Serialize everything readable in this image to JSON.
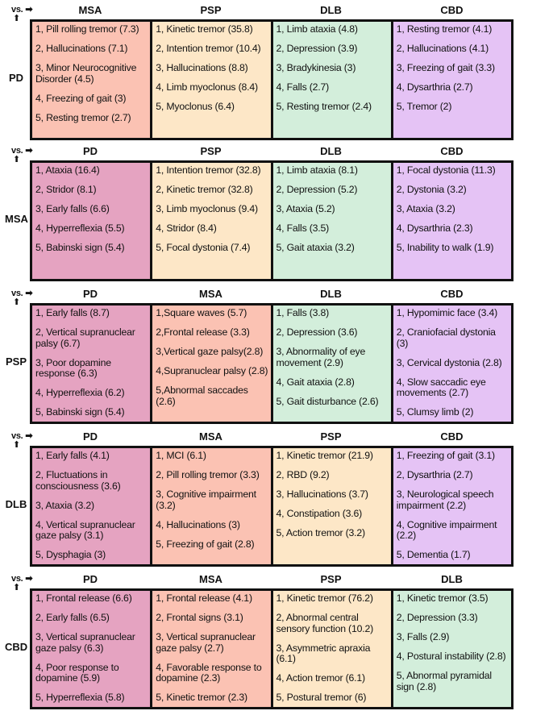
{
  "vs_label": "vs.",
  "colors": {
    "PD": "#e5a3c1",
    "MSA": "#fbc2b3",
    "PSP": "#fde7c7",
    "DLB": "#d3eedb",
    "CBD": "#e5c3f5"
  },
  "blocks": [
    {
      "row": "PD",
      "columns": [
        {
          "name": "MSA",
          "items": [
            "1, Pill rolling tremor (7.3)",
            "2, Hallucinations (7.1)",
            "3, Minor Neurocognitive Disorder (4.5)",
            "4, Freezing of gait (3)",
            "5, Resting tremor (2.7)"
          ]
        },
        {
          "name": "PSP",
          "items": [
            "1, Kinetic tremor (35.8)",
            "2, Intention tremor (10.4)",
            "3, Hallucinations (8.8)",
            "4, Limb myoclonus (8.4)",
            "5, Myoclonus (6.4)"
          ]
        },
        {
          "name": "DLB",
          "items": [
            "1, Limb ataxia (4.8)",
            "2, Depression (3.9)",
            "3, Bradykinesia (3)",
            "4, Falls (2.7)",
            "5, Resting tremor (2.4)"
          ]
        },
        {
          "name": "CBD",
          "items": [
            "1, Resting tremor (4.1)",
            "2, Hallucinations (4.1)",
            "3, Freezing of gait (3.3)",
            "4, Dysarthria (2.7)",
            "5, Tremor (2)"
          ]
        }
      ]
    },
    {
      "row": "MSA",
      "columns": [
        {
          "name": "PD",
          "items": [
            "1, Ataxia (16.4)",
            "2, Stridor (8.1)",
            "3, Early falls (6.6)",
            "4, Hyperreflexia (5.5)",
            "5, Babinski sign (5.4)"
          ]
        },
        {
          "name": "PSP",
          "items": [
            "1, Intention tremor (32.8)",
            "2, Kinetic tremor (32.8)",
            "3, Limb myoclonus (9.4)",
            "4, Stridor (8.4)",
            "5, Focal dystonia (7.4)"
          ]
        },
        {
          "name": "DLB",
          "items": [
            "1, Limb ataxia (8.1)",
            "2, Depression (5.2)",
            "3, Ataxia (5.2)",
            "4, Falls (3.5)",
            "5, Gait ataxia (3.2)"
          ]
        },
        {
          "name": "CBD",
          "items": [
            "1, Focal dystonia (11.3)",
            "2, Dystonia (3.2)",
            "3, Ataxia (3.2)",
            "4, Dysarthria (2.3)",
            "5, Inability to walk (1.9)"
          ]
        }
      ]
    },
    {
      "row": "PSP",
      "columns": [
        {
          "name": "PD",
          "items": [
            "1, Early falls (8.7)",
            "2, Vertical supranuclear palsy (6.7)",
            "3, Poor dopamine response (6.3)",
            "4, Hyperreflexia (6.2)",
            "5, Babinski sign (5.4)"
          ]
        },
        {
          "name": "MSA",
          "items": [
            "1,Square waves (5.7)",
            "2,Frontal release (3.3)",
            "3,Vertical gaze palsy(2.8)",
            "4,Supranuclear palsy (2.8)",
            "5,Abnormal saccades (2.6)"
          ]
        },
        {
          "name": "DLB",
          "items": [
            "1, Falls (3.8)",
            "2, Depression (3.6)",
            "3, Abnormality of eye movement (2.9)",
            "4, Gait ataxia (2.8)",
            "5, Gait disturbance (2.6)"
          ]
        },
        {
          "name": "CBD",
          "items": [
            "1, Hypomimic face (3.4)",
            "2, Craniofacial dystonia (3)",
            "3, Cervical dystonia (2.8)",
            "4, Slow saccadic eye movements (2.7)",
            "5, Clumsy limb (2)"
          ]
        }
      ]
    },
    {
      "row": "DLB",
      "columns": [
        {
          "name": "PD",
          "items": [
            "1, Early falls (4.1)",
            "2, Fluctuations in consciousness (3.6)",
            "3, Ataxia (3.2)",
            "4, Vertical supranuclear gaze palsy (3.1)",
            "5, Dysphagia (3)"
          ]
        },
        {
          "name": "MSA",
          "items": [
            "1, MCI (6.1)",
            "2, Pill rolling tremor (3.3)",
            "3, Cognitive impairment (3.2)",
            "4, Hallucinations (3)",
            "5, Freezing of gait (2.8)"
          ]
        },
        {
          "name": "PSP",
          "items": [
            "1, Kinetic tremor (21.9)",
            "2, RBD (9.2)",
            "3, Hallucinations (3.7)",
            "4, Constipation (3.6)",
            "5, Action tremor (3.2)"
          ]
        },
        {
          "name": "CBD",
          "items": [
            "1, Freezing of gait (3.1)",
            "2, Dysarthria (2.7)",
            "3, Neurological speech impairment (2.2)",
            "4, Cognitive impairment (2.2)",
            "5, Dementia (1.7)"
          ]
        }
      ]
    },
    {
      "row": "CBD",
      "columns": [
        {
          "name": "PD",
          "items": [
            "1, Frontal release (6.6)",
            "2, Early falls (6.5)",
            "3, Vertical supranuclear gaze palsy (6.3)",
            "4, Poor response to dopamine (5.9)",
            "5, Hyperreflexia (5.8)"
          ]
        },
        {
          "name": "MSA",
          "items": [
            "1, Frontal release (4.1)",
            "2, Frontal signs (3.1)",
            "3, Vertical supranuclear gaze palsy (2.7)",
            "4, Favorable response to dopamine (2.3)",
            "5, Kinetic tremor (2.3)"
          ]
        },
        {
          "name": "PSP",
          "items": [
            "1, Kinetic tremor (76.2)",
            "2, Abnormal central sensory function (10.2)",
            "3, Asymmetric apraxia (6.1)",
            "4, Action tremor (6.1)",
            "5, Postural tremor (6)"
          ]
        },
        {
          "name": "DLB",
          "items": [
            "1, Kinetic tremor (3.5)",
            "2, Depression (3.3)",
            "3, Falls (2.9)",
            "4, Postural instability (2.8)",
            "5, Abnormal pyramidal sign (2.8)"
          ]
        }
      ]
    }
  ]
}
